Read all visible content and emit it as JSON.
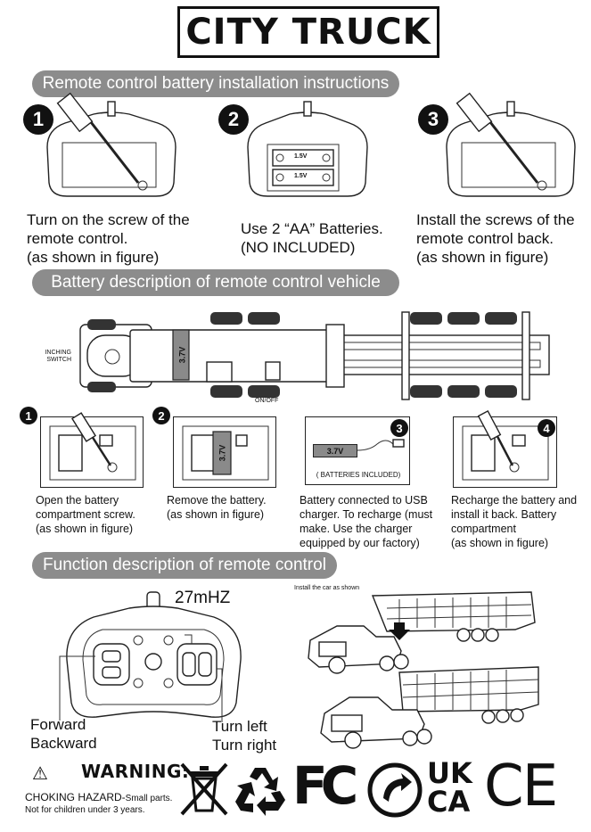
{
  "title": "CITY TRUCK",
  "sections": {
    "remote_battery": "Remote control battery installation instructions",
    "vehicle_battery": "Battery description of remote control vehicle",
    "function": "Function description of remote control"
  },
  "remote_steps": [
    {
      "num": "1",
      "caption": "Turn on the screw of the\nremote control.\n(as shown in figure)"
    },
    {
      "num": "2",
      "caption": "Use 2 “AA” Batteries.\n(NO INCLUDED)"
    },
    {
      "num": "3",
      "caption": "Install the screws of the\nremote control back.\n(as shown in figure)"
    }
  ],
  "aa_labels": [
    "1.5V",
    "1.5V"
  ],
  "vehicle": {
    "battery_label": "3.7V",
    "inching_switch": "INCHING\nSWITCH",
    "on_off": "ON/OFF"
  },
  "vehicle_steps": [
    {
      "num": "1",
      "caption": "Open the battery\ncompartment screw.\n(as shown in figure)"
    },
    {
      "num": "2",
      "caption": "Remove the battery.\n(as shown in figure)"
    },
    {
      "num": "3",
      "caption": "Battery connected to USB\ncharger. To recharge (must\nmake. Use the charger\nequipped by our factory)"
    },
    {
      "num": "4",
      "caption": "Recharge the battery and\ninstall it back. Battery\ncompartment\n(as shown in figure)"
    }
  ],
  "step2_battery_label": "3.7V",
  "charger": {
    "battery_label": "3.7V",
    "note": "( BATTERIES INCLUDED)"
  },
  "remote": {
    "frequency": "27mHZ",
    "forward": "Forward",
    "backward": "Backward",
    "turn_left": "Turn left",
    "turn_right": "Turn right"
  },
  "install_note": "Install the car as shown",
  "warning": {
    "symbol": "⚠",
    "title": "WARNING:",
    "hazard_bold": "CHOKING HAZARD-",
    "hazard_rest": "Small parts.",
    "line2": "Not for children under 3 years."
  },
  "marks": {
    "fc": "FC",
    "ukca_top": "UK",
    "ukca_bottom": "CA",
    "ce": "CE"
  }
}
